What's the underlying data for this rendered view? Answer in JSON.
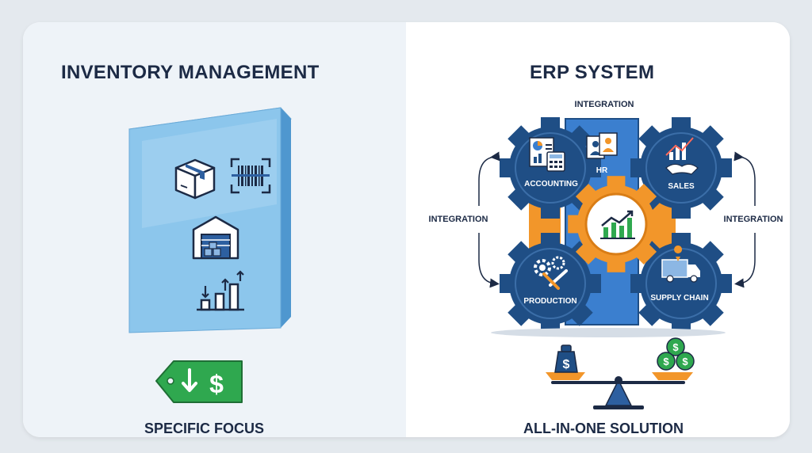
{
  "inventory": {
    "title": "INVENTORY MANAGEMENT",
    "caption": "SPECIFIC FOCUS",
    "icons": [
      "package-icon",
      "barcode-icon",
      "warehouse-icon",
      "stock-level-chart-icon",
      "price-tag-down-dollar-icon"
    ]
  },
  "erp": {
    "title": "ERP SYSTEM",
    "caption": "ALL-IN-ONE SOLUTION",
    "integration_top": "INTEGRATION",
    "integration_left": "INTEGRATION",
    "integration_right": "INTEGRATION",
    "modules": {
      "accounting": "ACCOUNTING",
      "hr": "HR",
      "sales": "SALES",
      "production": "PRODUCTION",
      "supply_chain": "SUPPLY CHAIN"
    },
    "icons": [
      "growth-chart-icon",
      "balance-scale-icon",
      "money-bag-icon",
      "coins-icon"
    ]
  },
  "colors": {
    "navy": "#1f4e85",
    "blue": "#3b7fcf",
    "orange": "#f2962a",
    "green": "#2fa84f",
    "box": "#8cc6ec"
  }
}
